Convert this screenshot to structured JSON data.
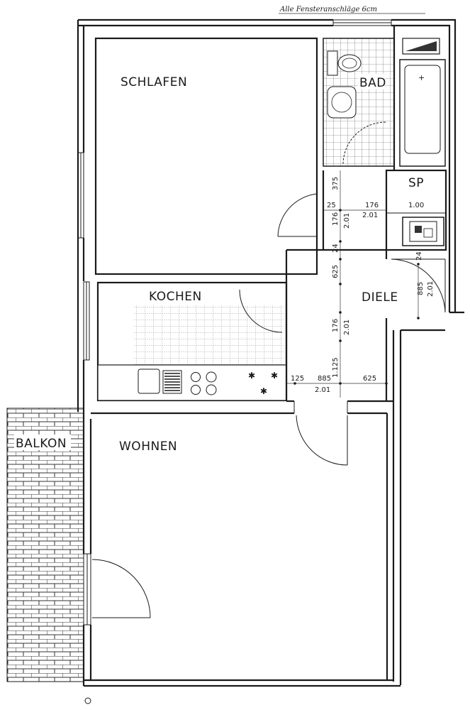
{
  "note": "Alle Fensteranschläge 6cm",
  "rooms": {
    "schlafen": "SCHLAFEN",
    "bad": "BAD",
    "sp": "SP",
    "kochen": "KOCHEN",
    "diele": "DIELE",
    "wohnen": "WOHNEN",
    "balkon": "BALKON"
  },
  "dimensions": {
    "d_375": "375",
    "d_25": "25",
    "d_176_a": "176",
    "d_201_a": "2.01",
    "d_100": "1.00",
    "d_176_v1": "176",
    "d_201_v1": "2.01",
    "d_24": "24",
    "d_625_v": "625",
    "d_176_v2": "176",
    "d_201_v2": "2.01",
    "d_1125": "1.125",
    "d_125": "125",
    "d_885_h": "885",
    "d_201_h": "2.01",
    "d_625_h": "625",
    "d_885_v": "885",
    "d_201_v3": "2.01",
    "d_24_b": "24"
  },
  "colors": {
    "ink": "#1a1a1a",
    "paper": "#ffffff"
  }
}
